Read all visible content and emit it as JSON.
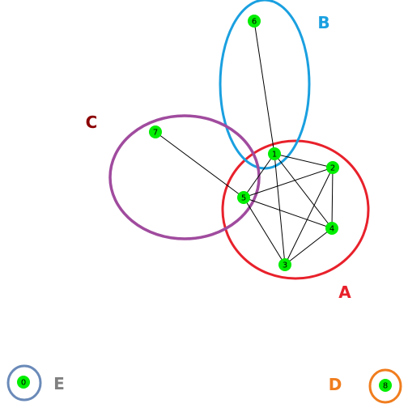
{
  "nodes": [
    {
      "id": "0",
      "label": "0",
      "color": "#00ee00"
    },
    {
      "id": "1",
      "label": "1",
      "color": "#00ee00"
    },
    {
      "id": "2",
      "label": "2",
      "color": "#00ee00"
    },
    {
      "id": "3",
      "label": "3",
      "color": "#00ee00"
    },
    {
      "id": "4",
      "label": "4",
      "color": "#00ee00"
    },
    {
      "id": "5",
      "label": "5",
      "color": "#00ee00"
    },
    {
      "id": "6",
      "label": "6",
      "color": "#00ee00"
    },
    {
      "id": "7",
      "label": "7",
      "color": "#00ee00"
    },
    {
      "id": "8",
      "label": "8",
      "color": "#00ee00"
    }
  ],
  "edges": [
    [
      "1",
      "6"
    ],
    [
      "1",
      "2"
    ],
    [
      "1",
      "4"
    ],
    [
      "1",
      "5"
    ],
    [
      "1",
      "3"
    ],
    [
      "2",
      "5"
    ],
    [
      "2",
      "4"
    ],
    [
      "2",
      "3"
    ],
    [
      "5",
      "4"
    ],
    [
      "5",
      "3"
    ],
    [
      "4",
      "3"
    ],
    [
      "7",
      "5"
    ]
  ],
  "hyperedges": [
    {
      "id": "A",
      "label": "A",
      "color": "#e8212b",
      "members": [
        "1",
        "2",
        "3",
        "4",
        "5"
      ]
    },
    {
      "id": "B",
      "label": "B",
      "color": "#1aa0e0",
      "members": [
        "1",
        "6"
      ]
    },
    {
      "id": "C",
      "label": "C",
      "color": "#a04b9e",
      "label_color": "#8b0000",
      "members": [
        "5",
        "7"
      ]
    },
    {
      "id": "D",
      "label": "D",
      "color": "#f07d1e",
      "members": [
        "8"
      ]
    },
    {
      "id": "E",
      "label": "E",
      "color": "#6a8ab8",
      "label_color": "#808080",
      "members": [
        "0"
      ]
    }
  ]
}
